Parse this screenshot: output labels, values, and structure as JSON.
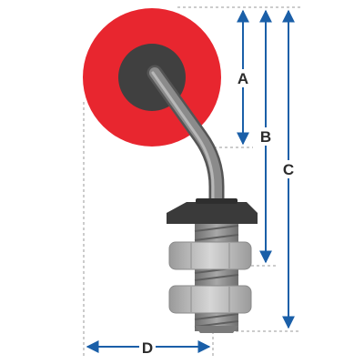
{
  "dimensions": {
    "a": {
      "label": "A"
    },
    "b": {
      "label": "B"
    },
    "c": {
      "label": "C"
    },
    "d": {
      "label": "D"
    }
  },
  "colors": {
    "wheel": "#e8262f",
    "wheel_shadow": "#c81f28",
    "hub": "#404040",
    "rod": "#7a7a7a",
    "rod_highlight": "#a9a9a9",
    "washer": "#3a3a3a",
    "thread": "#8f8f8f",
    "nut": "#bfbfbf",
    "nut_edge": "#8a8a8a",
    "dimension_arrow": "#1a5fa8",
    "guide_line": "#9a9a9a"
  }
}
